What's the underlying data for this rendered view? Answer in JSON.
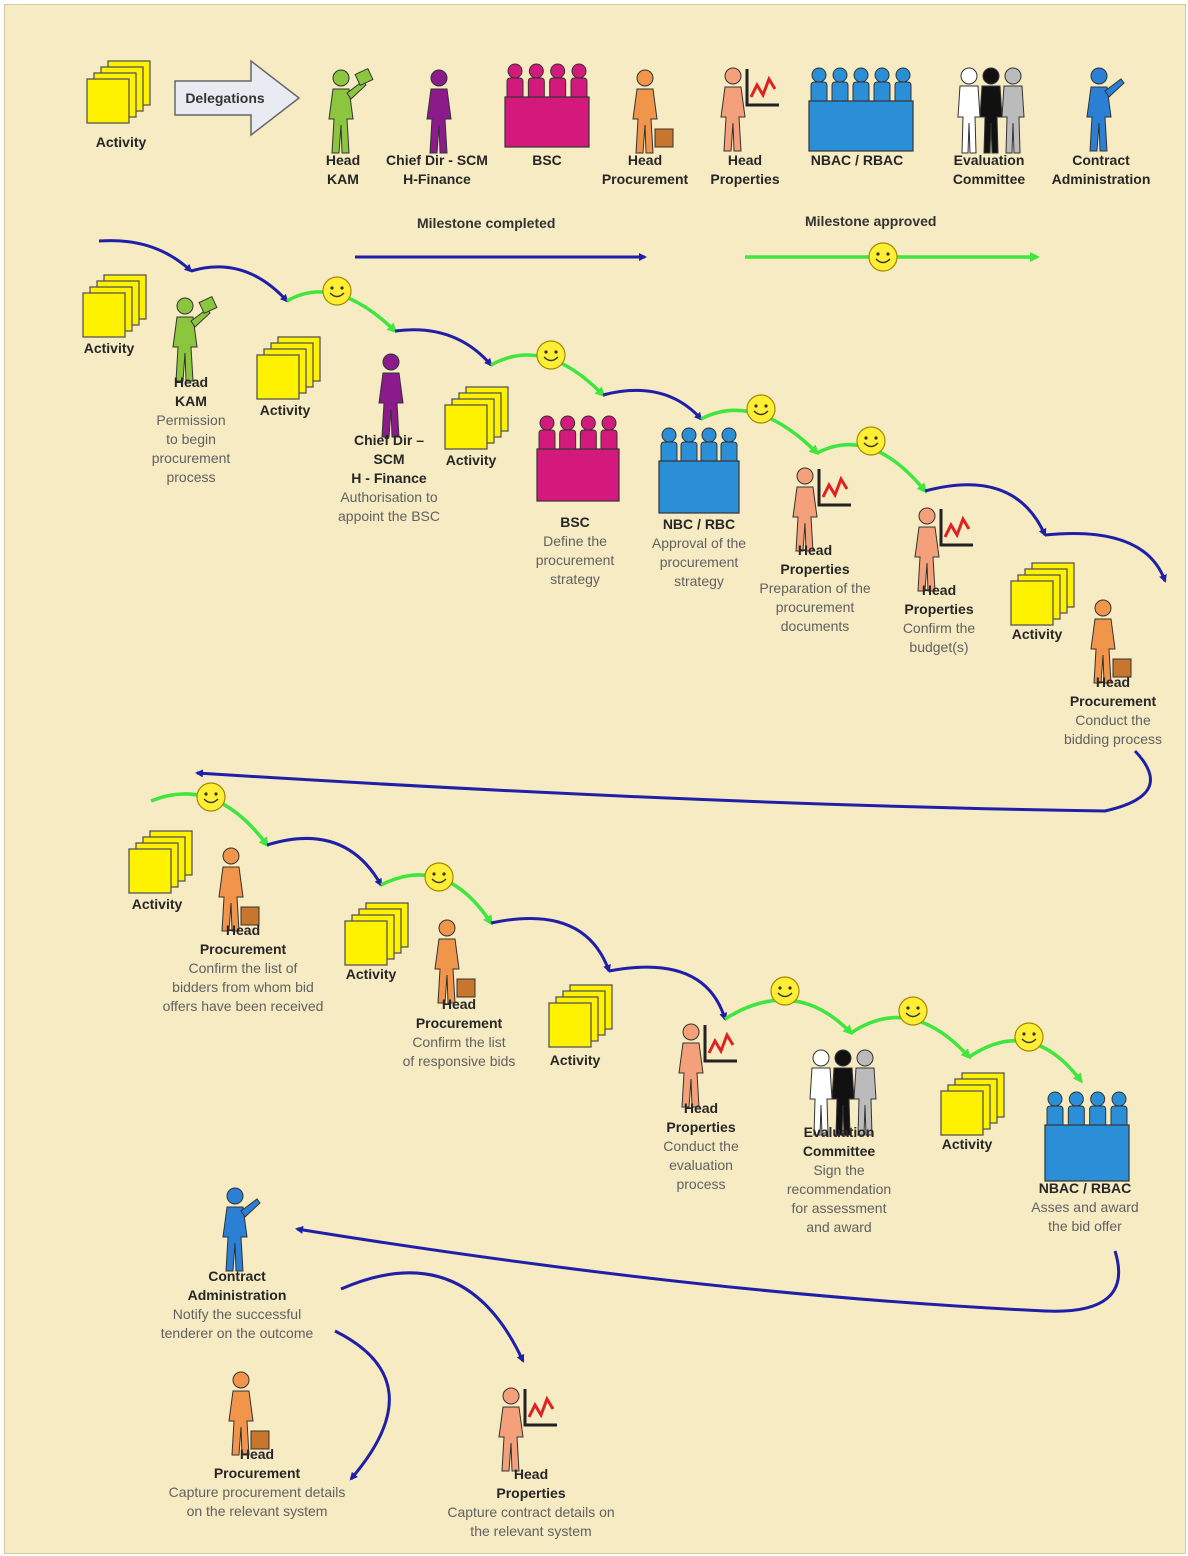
{
  "legend": {
    "activity": "Activity",
    "delegations": "Delegations",
    "roles": [
      {
        "lines": [
          "Head",
          "KAM"
        ]
      },
      {
        "lines": [
          "Chief Dir - SCM",
          "H-Finance"
        ]
      },
      {
        "lines": [
          "BSC"
        ]
      },
      {
        "lines": [
          "Head",
          "Procurement"
        ]
      },
      {
        "lines": [
          "Head",
          "Properties"
        ]
      },
      {
        "lines": [
          "NBAC / RBAC"
        ]
      },
      {
        "lines": [
          "Evaluation",
          "Committee"
        ]
      },
      {
        "lines": [
          "Contract",
          "Administration"
        ]
      }
    ],
    "milestone_completed": "Milestone completed",
    "milestone_approved": "Milestone approved"
  },
  "steps": [
    {
      "title": "Activity"
    },
    {
      "title": "Head\nKAM",
      "desc": "Permission\nto begin\nprocurement\nprocess"
    },
    {
      "title": "Activity"
    },
    {
      "title": "Chief Dir –\nSCM\nH - Finance",
      "desc": "Authorisation to\nappoint the BSC"
    },
    {
      "title": "Activity"
    },
    {
      "title": "BSC",
      "desc": "Define the\nprocurement\nstrategy"
    },
    {
      "title": "NBC / RBC",
      "desc": "Approval of the\nprocurement\nstrategy"
    },
    {
      "title": "Head\nProperties",
      "desc": "Preparation of the\nprocurement\ndocuments"
    },
    {
      "title": "Head\nProperties",
      "desc": "Confirm the\nbudget(s)"
    },
    {
      "title": "Activity"
    },
    {
      "title": "Head\nProcurement",
      "desc": "Conduct the\nbidding process"
    },
    {
      "title": "Activity"
    },
    {
      "title": "Head\nProcurement",
      "desc": "Confirm the list of\nbidders from whom bid\noffers have been received"
    },
    {
      "title": "Activity"
    },
    {
      "title": "Head\nProcurement",
      "desc": "Confirm the list\nof responsive bids"
    },
    {
      "title": "Activity"
    },
    {
      "title": "Head\nProperties",
      "desc": "Conduct the\nevaluation\nprocess"
    },
    {
      "title": "Evaluation\nCommittee",
      "desc": "Sign the\nrecommendation\nfor assessment\nand award"
    },
    {
      "title": "Activity"
    },
    {
      "title": "NBAC / RBAC",
      "desc": "Asses and award\nthe bid offer"
    },
    {
      "title": "Contract\nAdministration",
      "desc": "Notify the successful\ntenderer on the outcome"
    },
    {
      "title": "Head\nProcurement",
      "desc": "Capture procurement details\non the relevant system"
    },
    {
      "title": "Head\nProperties",
      "desc": "Capture contract details on\nthe relevant system"
    }
  ],
  "colors": {
    "background": "#f7ebc3",
    "completed_arrow": "#1f1fa8",
    "approved_arrow": "#3ee63e",
    "smiley": "#ffee33",
    "activity": "#fff200",
    "head_kam": "#8cc63f",
    "chief_dir": "#8b1a8b",
    "bsc": "#d3197b",
    "procurement": "#f0954a",
    "properties": "#f4a07a",
    "nbac": "#2b8fd8",
    "contract_admin": "#2b7fd4"
  },
  "icon_names": [
    "documents-icon",
    "arrow-icon",
    "person-icon",
    "group-icon",
    "smiley-icon"
  ]
}
